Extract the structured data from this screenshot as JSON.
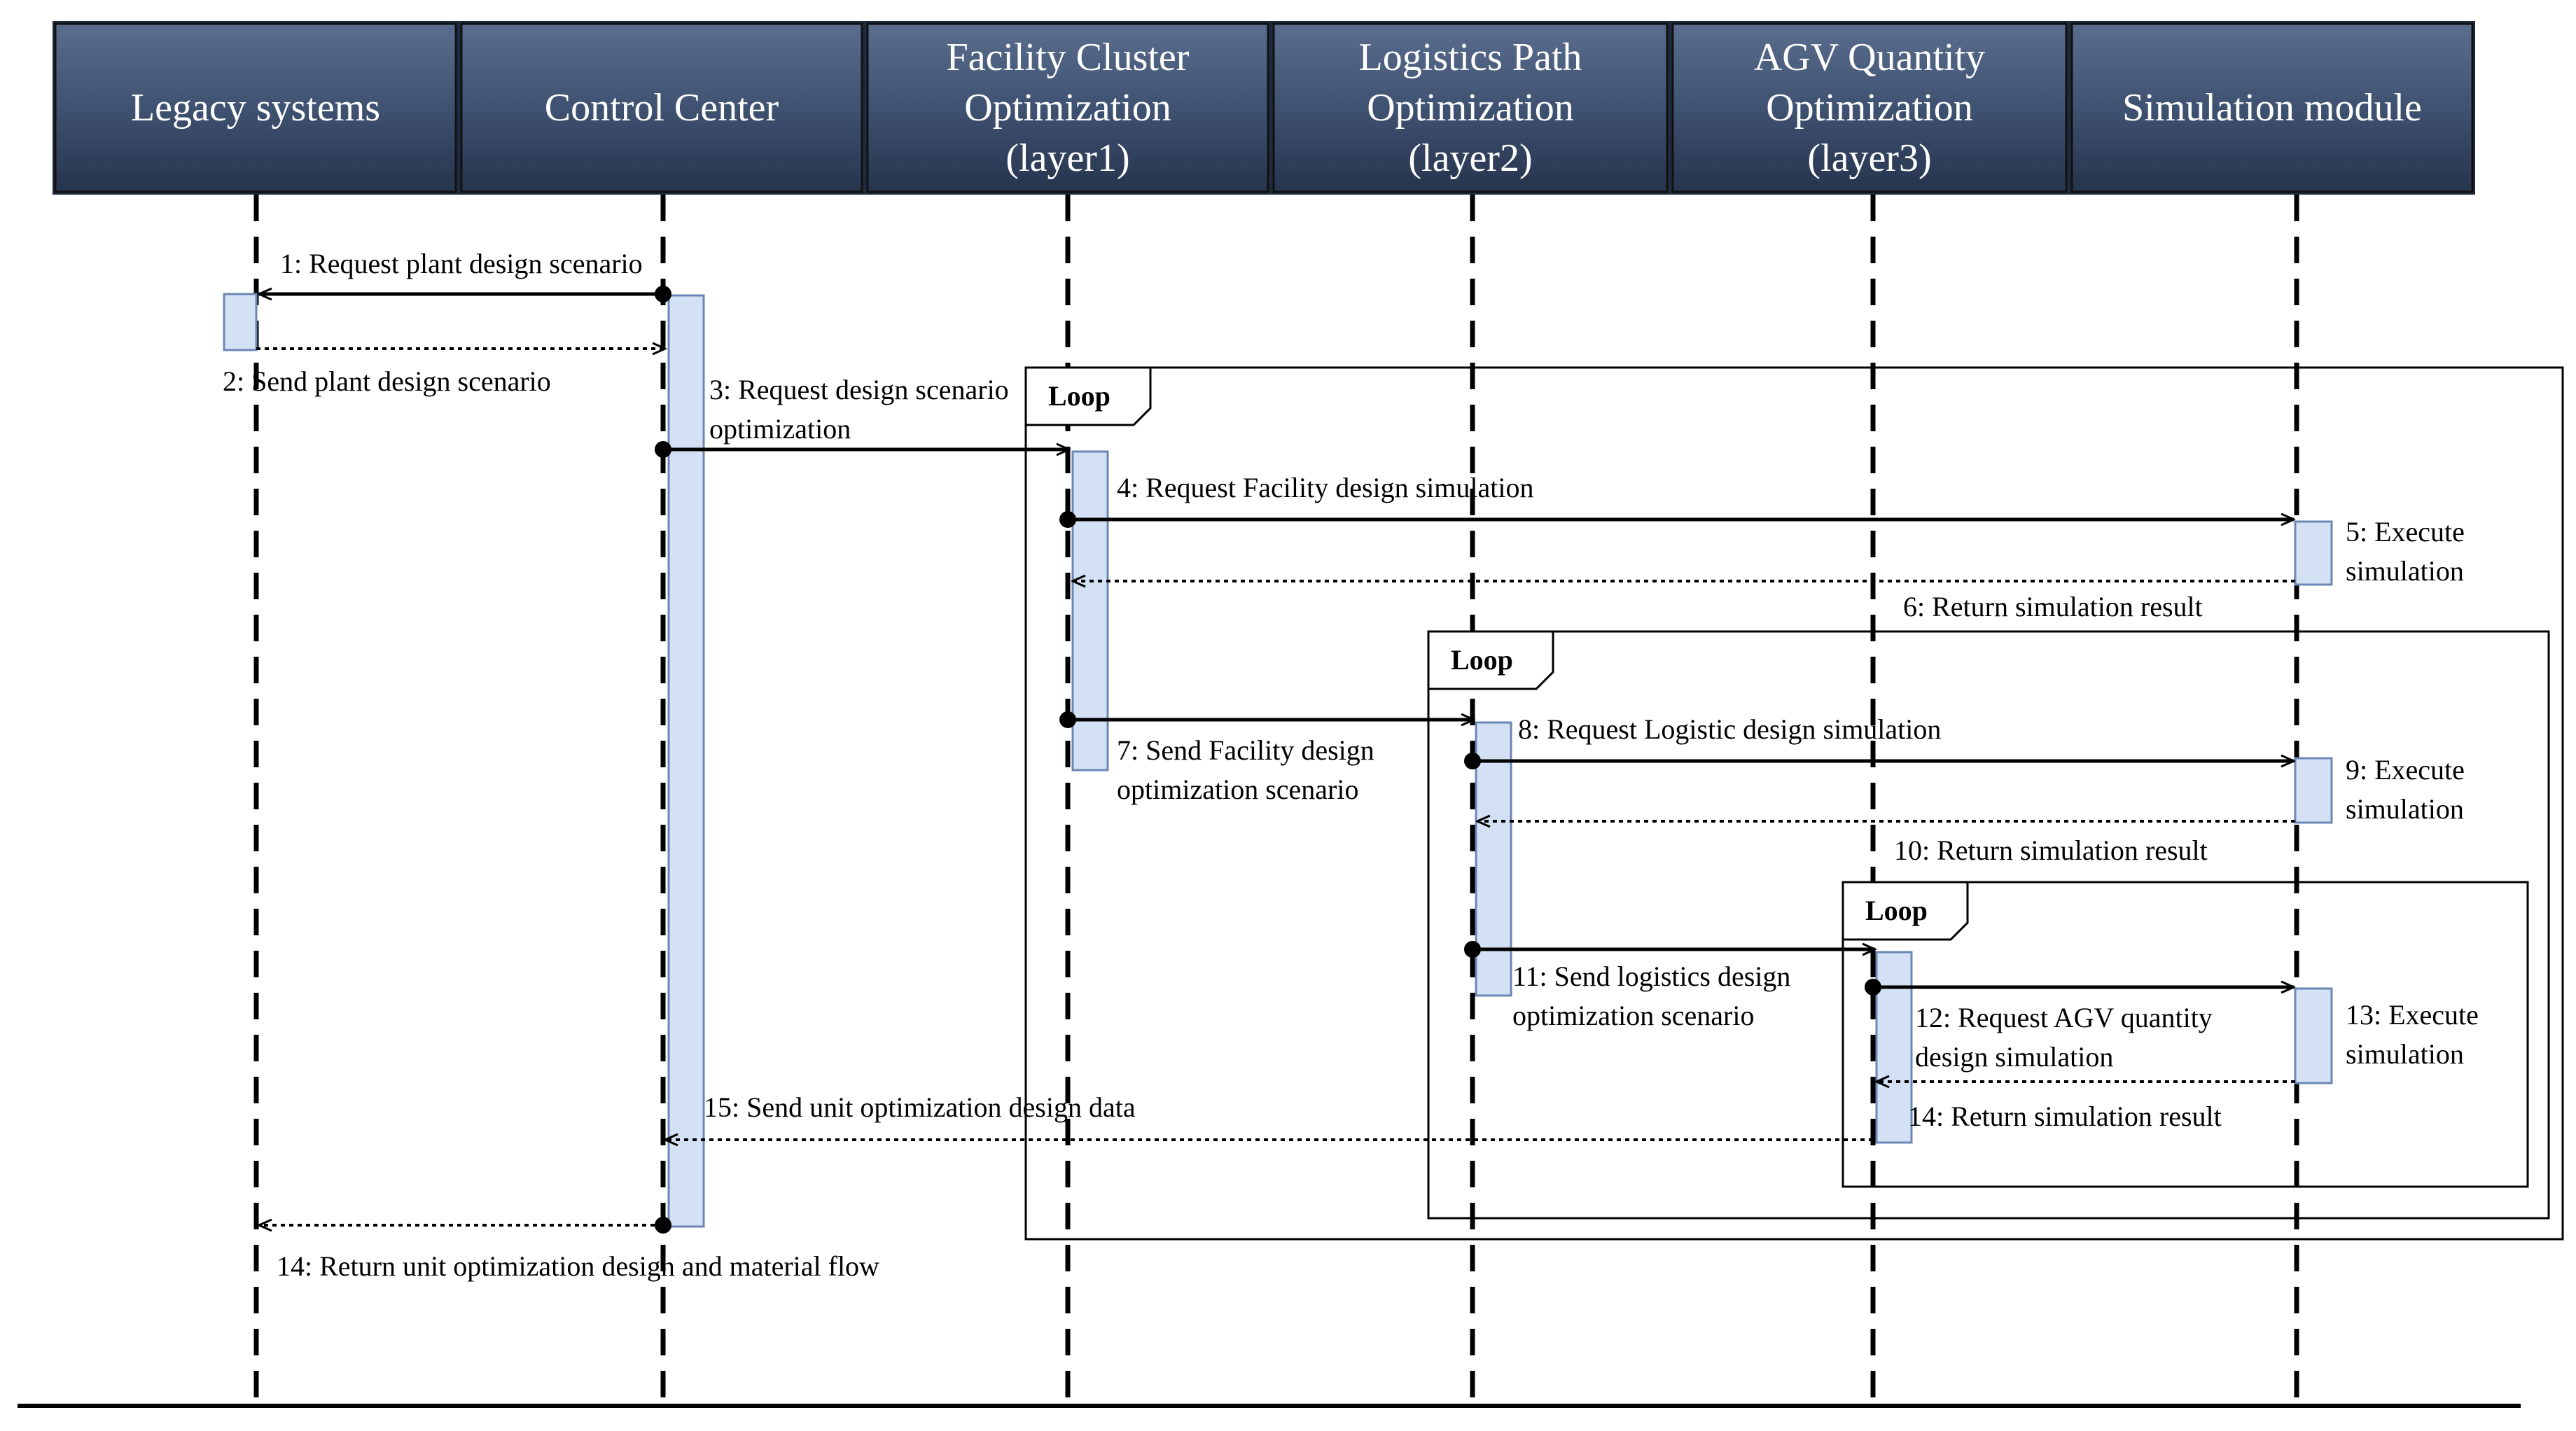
{
  "header_fill": "#3f5271",
  "activation_fill": "#d4e0f3",
  "lifelines": [
    {
      "id": "legacy",
      "lines": [
        "Legacy systems"
      ]
    },
    {
      "id": "control",
      "lines": [
        "Control Center"
      ]
    },
    {
      "id": "facility",
      "lines": [
        "Facility Cluster",
        "Optimization",
        "(layer1)"
      ]
    },
    {
      "id": "logistics",
      "lines": [
        "Logistics Path",
        "Optimization",
        "(layer2)"
      ]
    },
    {
      "id": "agv",
      "lines": [
        "AGV Quantity",
        "Optimization",
        "(layer3)"
      ]
    },
    {
      "id": "simulation",
      "lines": [
        "Simulation module"
      ]
    }
  ],
  "loops": [
    {
      "id": "loop-1",
      "label": "Loop"
    },
    {
      "id": "loop-2",
      "label": "Loop"
    },
    {
      "id": "loop-3",
      "label": "Loop"
    }
  ],
  "messages": [
    {
      "id": "m1",
      "from": "control",
      "to": "legacy",
      "style": "solid",
      "lines": [
        "1: Request plant design scenario"
      ]
    },
    {
      "id": "m2",
      "from": "legacy",
      "to": "control",
      "style": "dotted",
      "lines": [
        "2: Send plant design scenario"
      ]
    },
    {
      "id": "m3",
      "from": "control",
      "to": "facility",
      "style": "solid",
      "lines": [
        "3: Request design scenario",
        "optimization"
      ]
    },
    {
      "id": "m4",
      "from": "facility",
      "to": "simulation",
      "style": "solid",
      "lines": [
        "4: Request Facility design simulation"
      ]
    },
    {
      "id": "m5",
      "lines": [
        "5: Execute",
        "simulation"
      ]
    },
    {
      "id": "m6",
      "from": "simulation",
      "to": "facility",
      "style": "dotted",
      "lines": [
        "6: Return simulation result"
      ]
    },
    {
      "id": "m7",
      "from": "facility",
      "to": "logistics",
      "style": "solid",
      "lines": [
        "7: Send Facility design",
        "optimization scenario"
      ]
    },
    {
      "id": "m8",
      "from": "logistics",
      "to": "simulation",
      "style": "solid",
      "lines": [
        "8: Request Logistic design simulation"
      ]
    },
    {
      "id": "m9",
      "lines": [
        "9: Execute",
        "simulation"
      ]
    },
    {
      "id": "m10",
      "from": "simulation",
      "to": "logistics",
      "style": "dotted",
      "lines": [
        "10: Return simulation result"
      ]
    },
    {
      "id": "m11",
      "from": "logistics",
      "to": "agv",
      "style": "solid",
      "lines": [
        "11: Send logistics design",
        "optimization scenario"
      ]
    },
    {
      "id": "m12",
      "from": "agv",
      "to": "simulation",
      "style": "solid",
      "lines": [
        "12: Request AGV quantity",
        "design simulation"
      ]
    },
    {
      "id": "m13",
      "lines": [
        "13: Execute",
        "simulation"
      ]
    },
    {
      "id": "m14",
      "from": "simulation",
      "to": "agv",
      "style": "dotted",
      "lines": [
        "14: Return simulation result"
      ]
    },
    {
      "id": "m15",
      "from": "agv",
      "to": "control",
      "style": "dotted",
      "lines": [
        "15: Send unit optimization design data"
      ]
    },
    {
      "id": "m16",
      "from": "control",
      "to": "legacy",
      "style": "dotted",
      "lines": [
        "14: Return unit optimization design and material flow"
      ]
    }
  ]
}
